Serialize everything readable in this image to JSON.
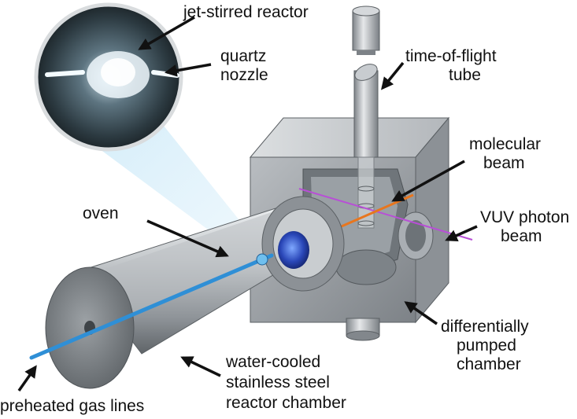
{
  "labels": {
    "jet_stirred_reactor": "jet-stirred reactor",
    "quartz": "quartz",
    "nozzle": "nozzle",
    "time_of_flight": "time-of-flight",
    "tube": "tube",
    "molecular": "molecular",
    "beam": "beam",
    "oven": "oven",
    "vuv_photon": "VUV photon",
    "photon_beam": "beam",
    "differentially": "differentially",
    "pumped": "pumped",
    "chamber": "chamber",
    "water_cooled": "water-cooled",
    "stainless_steel": "stainless steel",
    "reactor_chamber": "reactor chamber",
    "preheated_gas_lines": "preheated gas lines"
  },
  "colors": {
    "steel_light": "#d6d9dc",
    "steel_mid": "#a9aeb3",
    "steel_dark": "#6d7378",
    "gas_line_blue": "#2f8fd6",
    "laser_violet": "#b84fd6",
    "molecular_beam_orange": "#e8761e",
    "glow_blue": "#bfe4f7"
  }
}
